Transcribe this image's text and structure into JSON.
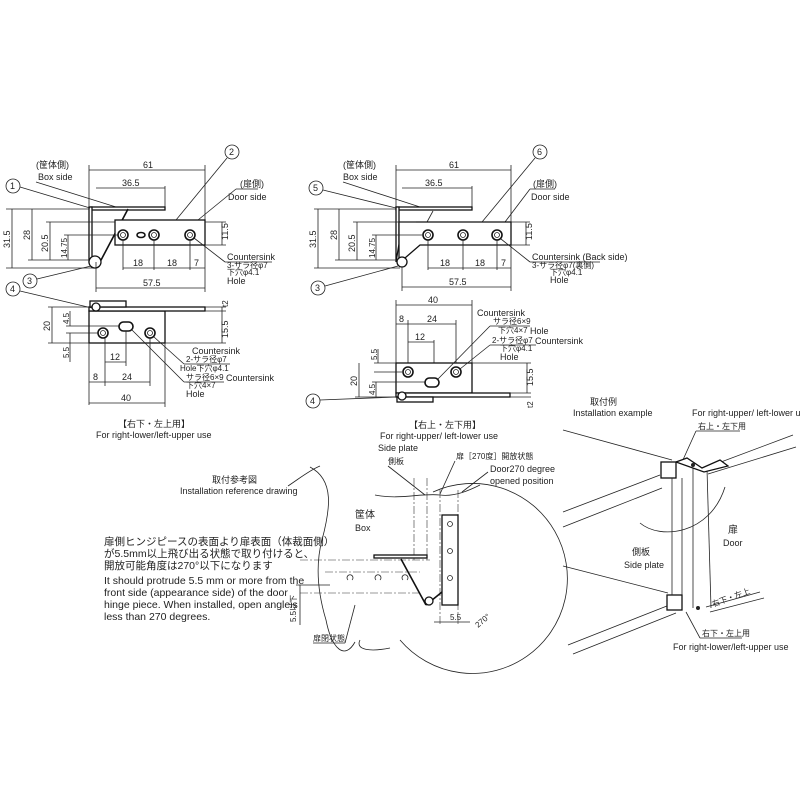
{
  "callouts": [
    "1",
    "2",
    "3",
    "4",
    "5",
    "6"
  ],
  "drawing_a": {
    "box_side_jp": "(筐体側)",
    "box_side": "Box side",
    "door_side_jp": "(扉側)",
    "door_side": "Door side",
    "dims": {
      "d61": "61",
      "d36_5": "36.5",
      "d31_5": "31.5",
      "d28": "28",
      "d20_5": "20.5",
      "d14_75": "14.75",
      "d11_5": "11.5",
      "d18a": "18",
      "d18b": "18",
      "d7": "7",
      "d57_5": "57.5"
    },
    "countersink": "Countersink",
    "countersink_spec": "3-サラ径φ7",
    "hole_spec": "下穴φ4.1",
    "hole": "Hole",
    "lower": {
      "dims": {
        "t2": "t2",
        "d20": "20",
        "d4_5": "4.5",
        "d15_5": "15.5",
        "d5_5": "5.5",
        "d12": "12",
        "d8": "8",
        "d24": "24",
        "d40": "40"
      },
      "countersink": "Countersink",
      "countersink_spec": "2-サラ径φ7",
      "hole_spec": "Hole下穴φ4.1",
      "slot_spec": "サラ径6×9",
      "slot_countersink": "Countersink",
      "slot_hole_spec": "下穴4×7",
      "slot_hole": "Hole"
    },
    "caption_jp": "【右下・左上用】",
    "caption": "For right-lower/left-upper use"
  },
  "drawing_b": {
    "box_side_jp": "(筐体側)",
    "box_side": "Box side",
    "door_side_jp": "(扉側)",
    "door_side": "Door side",
    "dims": {
      "d61": "61",
      "d36_5": "36.5",
      "d31_5": "31.5",
      "d28": "28",
      "d20_5": "20.5",
      "d14_75": "14.75",
      "d11_5": "11.5",
      "d18a": "18",
      "d18b": "18",
      "d7": "7",
      "d57_5": "57.5"
    },
    "countersink": "Countersink (Back side)",
    "countersink_spec": "3-サラ径φ7(裏側)",
    "hole_spec": "下穴φ4.1",
    "hole": "Hole",
    "lower": {
      "dims": {
        "t2": "t2",
        "d20": "20",
        "d4_5": "4.5",
        "d15_5": "15.5",
        "d5_5": "5.5",
        "d12": "12",
        "d8": "8",
        "d24": "24",
        "d40": "40"
      },
      "slot_countersink": "Countersink",
      "slot_spec": "サラ径6×9",
      "slot_hole_spec": "下穴4×7",
      "slot_hole": "Hole",
      "countersink_spec": "2-サラ径φ7",
      "countersink": "Countersink",
      "hole_spec": "下穴φ4.1",
      "hole": "Hole"
    },
    "caption_jp": "【右上・左下用】",
    "caption": "For right-upper/ left-lower use"
  },
  "reference": {
    "title_jp": "取付参考図",
    "title": "Installation reference drawing",
    "box_jp": "筐体",
    "box": "Box",
    "side_plate": "Side plate",
    "side_plate_jp": "側板",
    "door_open_jp": "扉［270度］開放状態",
    "door_open_1": "Door270 degree",
    "door_open_2": "opened position",
    "closed_jp": "扉閉状態",
    "dim_5_5_vertical": "5.5以下",
    "dim_5_5": "5.5",
    "angle": "270°",
    "note_jp": [
      "扉側ヒンジピースの表面より扉表面（体裁面側）",
      "が5.5mm以上飛び出る状態で取り付けると、",
      "開放可能角度は270°以下になります"
    ],
    "note_en": [
      "It should protrude 5.5 mm or more from the",
      "front side (appearance side) of the door",
      "hinge piece. When installed, open angleis",
      "less than 270 degrees."
    ]
  },
  "example": {
    "title_jp": "取付例",
    "title": "Installation example",
    "upper_use": "For right-upper/ left-lower use",
    "upper_use_jp": "右上・左下用",
    "door_jp": "扉",
    "door": "Door",
    "side_plate_jp": "側板",
    "side_plate": "Side plate",
    "lower_use_jp": "右下・左上用",
    "lower_use": "For right-lower/left-upper use",
    "lower_tag_jp": "右下・左上"
  }
}
